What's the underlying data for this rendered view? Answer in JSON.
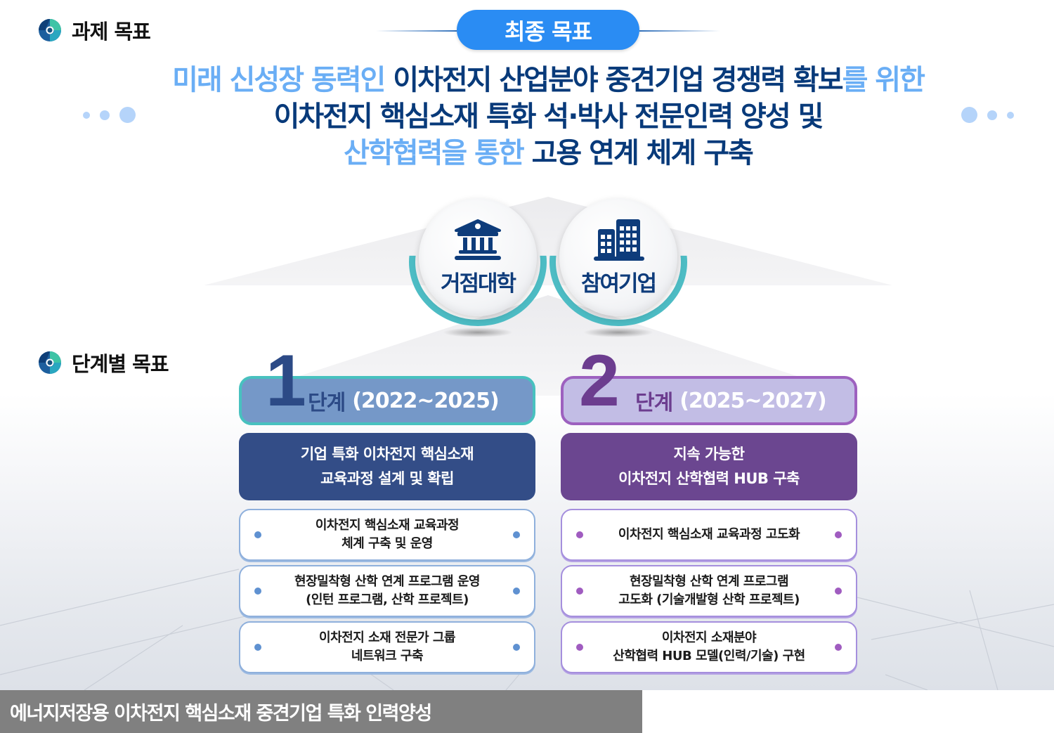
{
  "headers": {
    "task_goal": "과제 목표",
    "phase_goal": "단계별 목표"
  },
  "final_goal": {
    "label": "최종 목표",
    "pill_color": "#2a8cf3",
    "headline": {
      "line1": [
        {
          "text": "미래 신성장 동력인 ",
          "highlight": true
        },
        {
          "text": "이차전지 산업분야 중견기업 경쟁력 확보",
          "highlight": false
        },
        {
          "text": "를 위한",
          "highlight": true
        }
      ],
      "line2": [
        {
          "text": "이차전지 핵심소재 특화 석·박사 전문인력 양성 및",
          "highlight": false
        }
      ],
      "line3": [
        {
          "text": "산학협력을 통한 ",
          "highlight": true
        },
        {
          "text": "고용 연계 체계 구축",
          "highlight": false
        }
      ],
      "colors": {
        "dark": "#083a7a",
        "highlight": "#6aaef5"
      }
    }
  },
  "partners": [
    {
      "label": "거점대학",
      "icon": "university-building-icon"
    },
    {
      "label": "참여기업",
      "icon": "company-buildings-icon"
    }
  ],
  "phases": [
    {
      "number": "1",
      "step_label": "단계",
      "years": "(2022~2025)",
      "goal_lines": [
        "기업 특화 이차전지 핵심소재",
        "교육과정 설계 및 확립"
      ],
      "color": "#334d87",
      "items": [
        {
          "lines": [
            "이차전지 핵심소재  교육과정",
            "체계 구축 및 운영"
          ]
        },
        {
          "lines": [
            "현장밀착형 산학 연계 프로그램 운영",
            "(인턴 프로그램, 산학 프로젝트)"
          ]
        },
        {
          "lines": [
            "이차전지 소재 전문가 그룹",
            "네트워크 구축"
          ]
        }
      ]
    },
    {
      "number": "2",
      "step_label": "단계",
      "years": "(2025~2027)",
      "goal_lines": [
        "지속 가능한",
        "이차전지 산학협력 HUB 구축"
      ],
      "color": "#6b4690",
      "items": [
        {
          "lines": [
            "이차전지 핵심소재 교육과정 고도화"
          ]
        },
        {
          "lines": [
            "현장밀착형 산학 연계 프로그램",
            "고도화 (기술개발형 산학 프로젝트)"
          ]
        },
        {
          "lines": [
            "이차전지 소재분야",
            "산학협력 HUB 모델(인력/기술) 구현"
          ]
        }
      ]
    }
  ],
  "footer": {
    "title": "에너지저장용 이차전지 핵심소재 중견기업 특화 인력양성"
  }
}
